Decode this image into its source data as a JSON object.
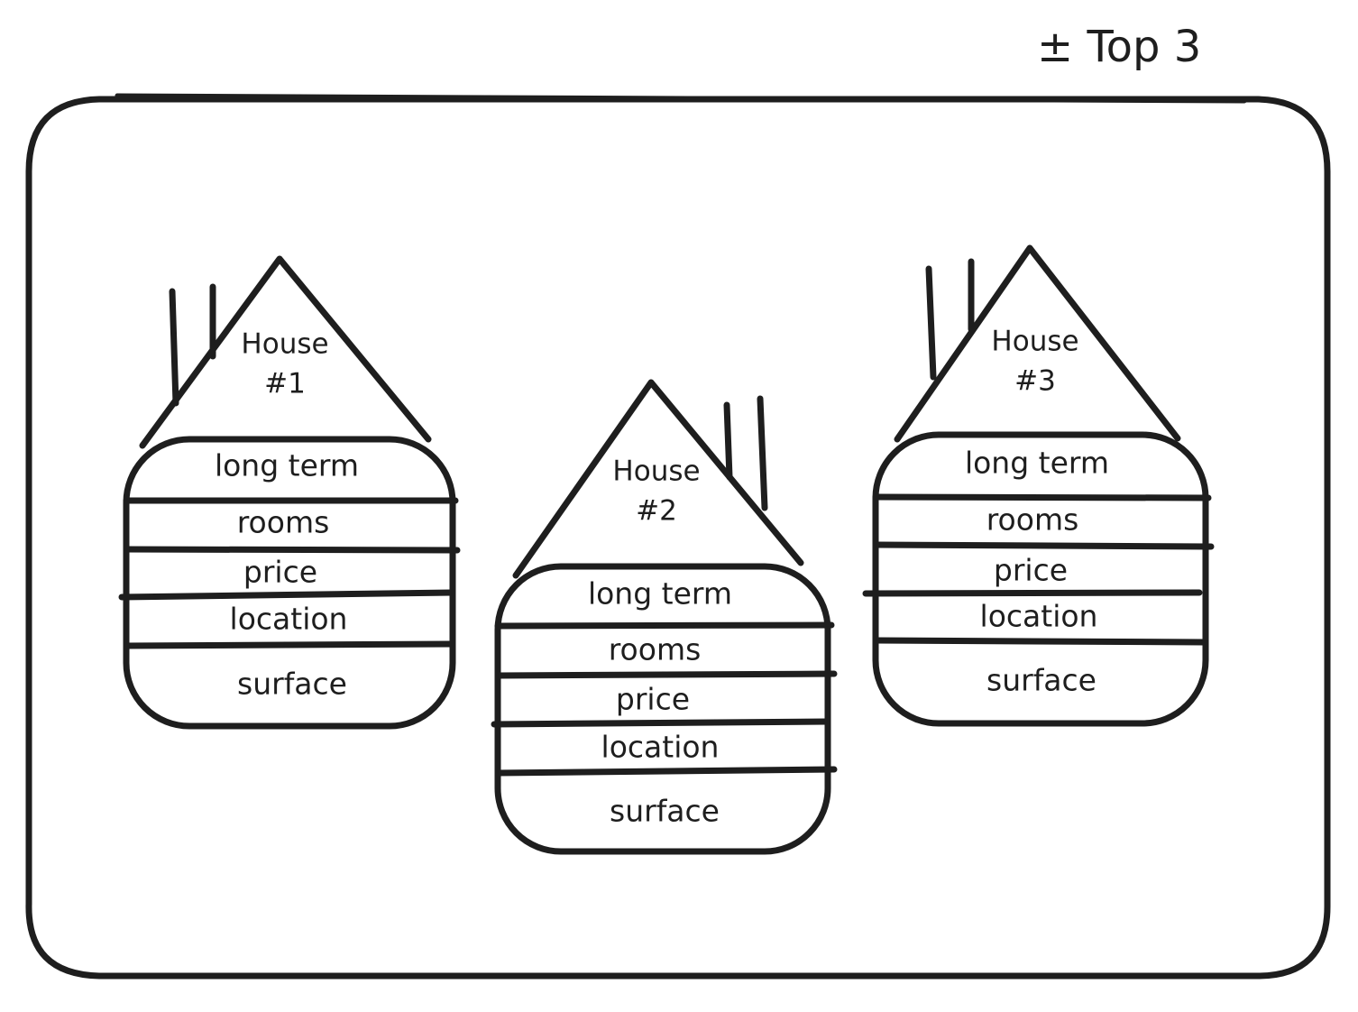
{
  "title": "± Top 3",
  "houses": [
    {
      "name_line1": "House",
      "name_line2": "#1",
      "fields": [
        "long term",
        "rooms",
        "price",
        "location",
        "surface"
      ]
    },
    {
      "name_line1": "House",
      "name_line2": "#2",
      "fields": [
        "long term",
        "rooms",
        "price",
        "location",
        "surface"
      ]
    },
    {
      "name_line1": "House",
      "name_line2": "#3",
      "fields": [
        "long term",
        "rooms",
        "price",
        "location",
        "surface"
      ]
    }
  ],
  "colors": {
    "ink": "#1e1e1e",
    "background": "#ffffff"
  }
}
